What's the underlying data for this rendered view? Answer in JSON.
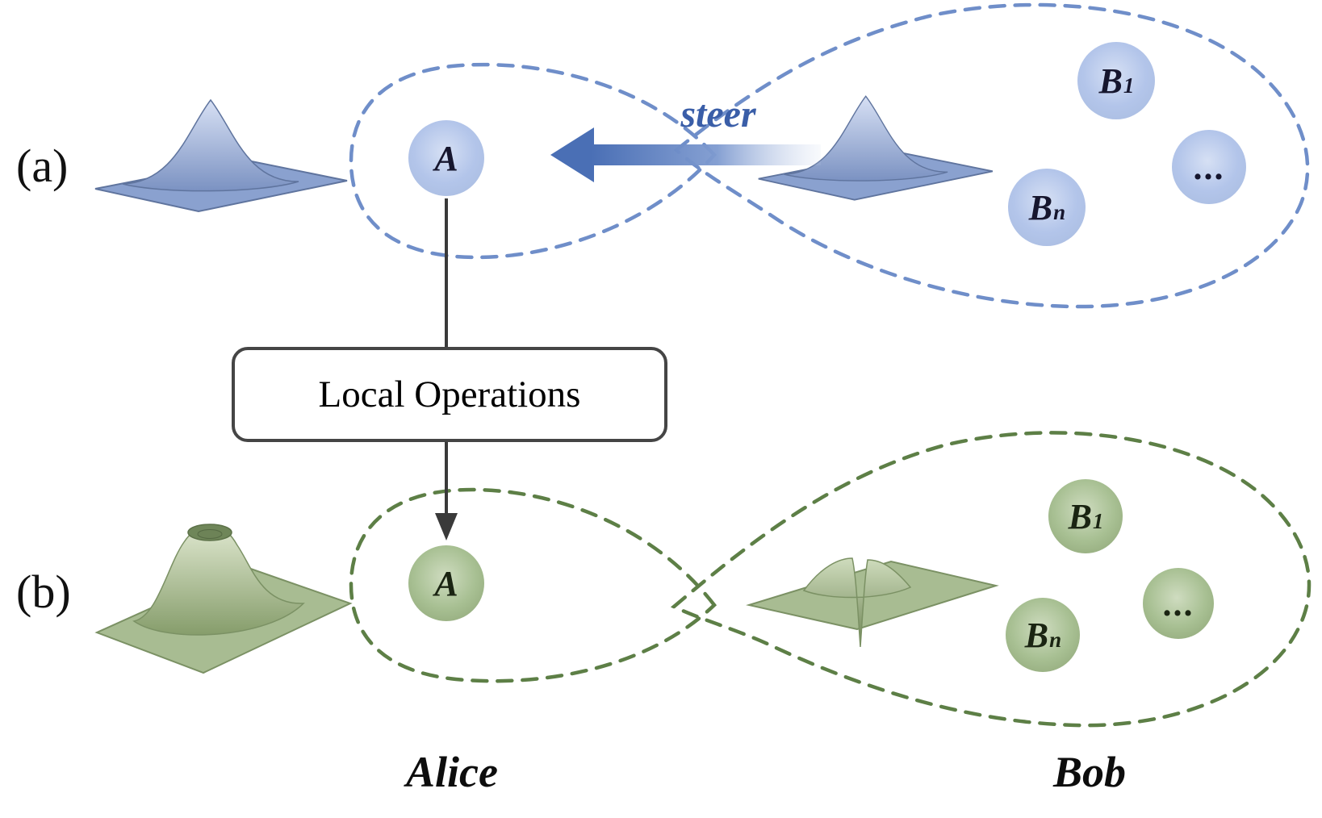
{
  "figure": {
    "panel_a_label": "(a)",
    "panel_b_label": "(b)",
    "steer_label": "steer",
    "box_label": "Local Operations",
    "alice_label": "Alice",
    "bob_label": "Bob"
  },
  "panel_a": {
    "node_a": {
      "label": "A"
    },
    "node_b1": {
      "label": "B",
      "sub": "1"
    },
    "node_bn": {
      "label": "B",
      "sub": "n"
    },
    "node_dots": {
      "label": "..."
    }
  },
  "panel_b": {
    "node_a": {
      "label": "A"
    },
    "node_b1": {
      "label": "B",
      "sub": "1"
    },
    "node_bn": {
      "label": "B",
      "sub": "n"
    },
    "node_dots": {
      "label": "..."
    }
  },
  "colors": {
    "blue_accent": "#6f8ec9",
    "green_accent": "#5d7f46",
    "steer_text": "#3a5ea8",
    "box_border": "#454545"
  }
}
